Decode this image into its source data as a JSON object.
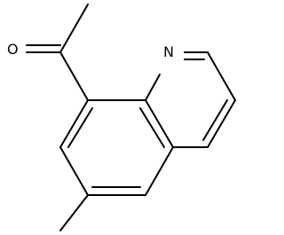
{
  "molecule": {
    "atoms": [
      {
        "id": "O1",
        "symbol": "O"
      },
      {
        "id": "N1",
        "symbol": "N"
      }
    ]
  },
  "colors": {
    "bond": "#000000",
    "label": "#000000",
    "background": "#ffffff"
  }
}
